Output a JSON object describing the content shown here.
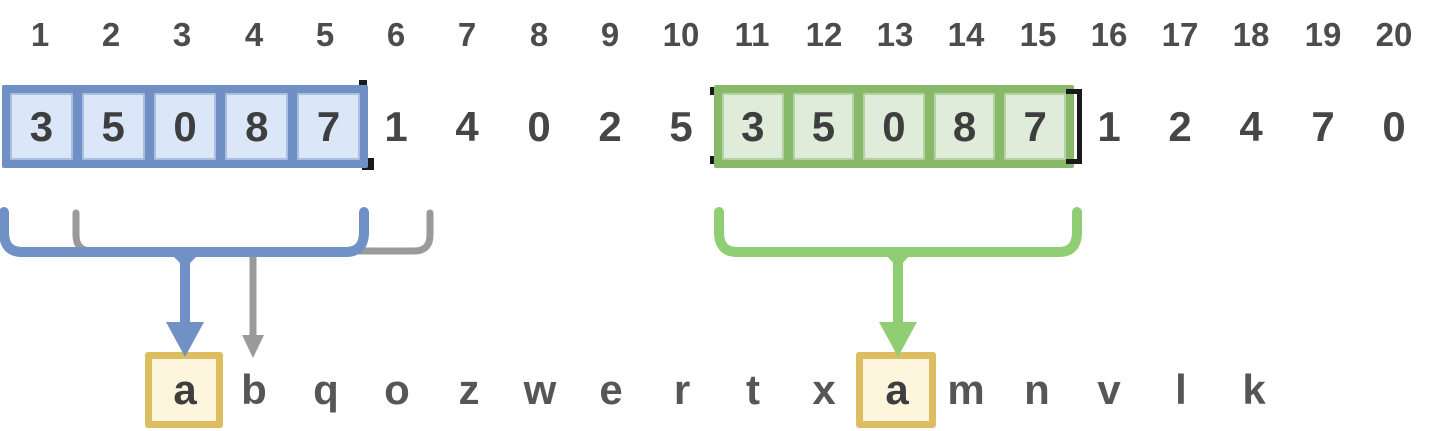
{
  "indices": [
    "1",
    "2",
    "3",
    "4",
    "5",
    "6",
    "7",
    "8",
    "9",
    "10",
    "11",
    "12",
    "13",
    "14",
    "15",
    "16",
    "17",
    "18",
    "19",
    "20"
  ],
  "window1": {
    "cells": [
      "3",
      "5",
      "0",
      "8",
      "7"
    ]
  },
  "middle_digits": [
    "1",
    "4",
    "0",
    "2",
    "5"
  ],
  "window2": {
    "cells": [
      "3",
      "5",
      "0",
      "8",
      "7"
    ]
  },
  "tail_digits": [
    "1",
    "2",
    "4",
    "7",
    "0"
  ],
  "letters": [
    "a",
    "b",
    "q",
    "o",
    "z",
    "w",
    "e",
    "r",
    "t",
    "x",
    "a",
    "m",
    "n",
    "v",
    "l",
    "k"
  ],
  "colors": {
    "blue-stroke": "#7090c5",
    "blue-fill": "#dbe7f9",
    "blue-brace": "#7190c6",
    "green-stroke": "#87b969",
    "green-fill": "#deecd9",
    "green-brace": "#90ce74",
    "gray-brace": "#9a9a9a",
    "yellow-stroke": "#dcbe61",
    "yellow-fill": "#fdf6dd",
    "bracket": "#1a1a1a",
    "text": "#4c4c4c",
    "text-digit": "#464646",
    "text-cell": "#3e3e3e",
    "text-letter": "#565656"
  }
}
